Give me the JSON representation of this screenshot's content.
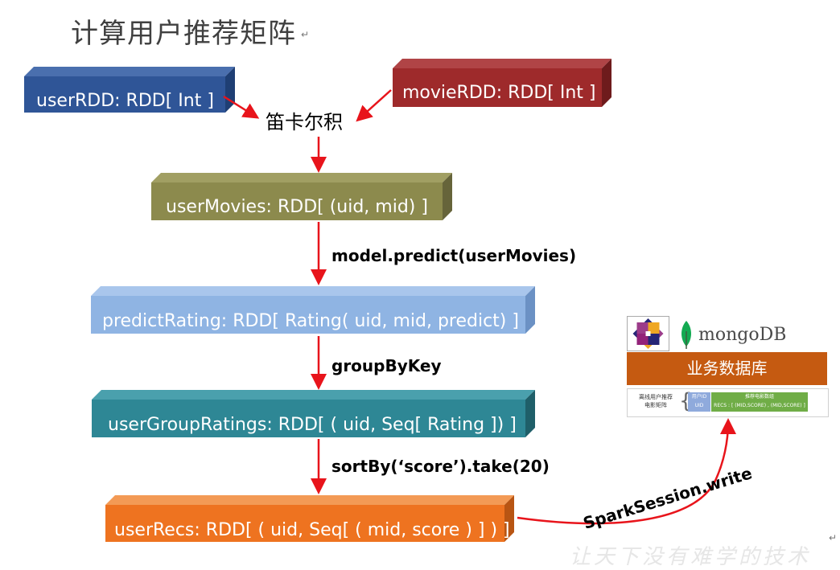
{
  "title": "计算用户推荐矩阵",
  "cartesian_label": "笛卡尔积",
  "blocks": {
    "user_rdd": {
      "text": "userRDD: RDD[ Int ]",
      "color": "#2f5597"
    },
    "movie_rdd": {
      "text": "movieRDD: RDD[ Int ]",
      "color": "#9e2a2b"
    },
    "user_movies": {
      "text": "userMovies: RDD[ (uid, mid) ]",
      "color": "#8c8a4d"
    },
    "predict_rating": {
      "text": "predictRating: RDD[ Rating( uid, mid, predict) ]",
      "color": "#8fb4e3"
    },
    "user_group_ratings": {
      "text": "userGroupRatings: RDD[ ( uid, Seq[ Rating ]) ]",
      "color": "#2e8795"
    },
    "user_recs": {
      "text": "userRecs: RDD[ ( uid, Seq[ ( mid, score ) ] ) ]",
      "color": "#ee7320"
    }
  },
  "steps": {
    "predict": "model.predict(userMovies)",
    "group": "groupByKey",
    "sort": "sortBy(‘score’).take(20)",
    "write": "SparkSession.write"
  },
  "db": {
    "mongo_label": "mongoDB",
    "bar_label": "业务数据库",
    "table": {
      "left_line1": "离线用户推荐",
      "left_line2": "电影矩阵",
      "uid_line1": "用户ID",
      "uid_line2": "UID",
      "recs_line1": "推荐电影数组",
      "recs_line2": "RECS : [ (MID,SCORE) , (MID,SCORE) ]"
    }
  },
  "watermark": "让天下没有难学的技术",
  "colors": {
    "arrow": "#e8141b"
  }
}
